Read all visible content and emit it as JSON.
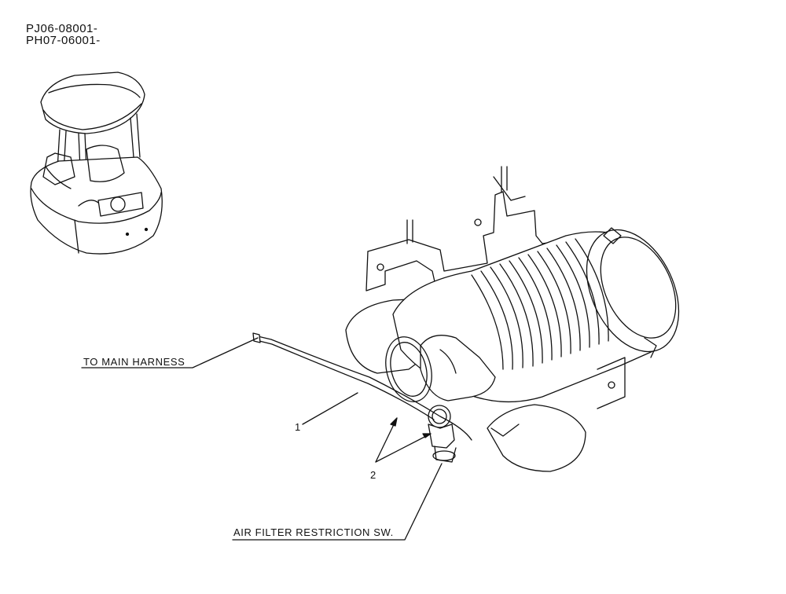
{
  "serials": [
    "PJ06-08001-",
    "PH07-06001-"
  ],
  "callouts": {
    "harness": "TO MAIN HARNESS",
    "switch": "AIR FILTER RESTRICTION SW."
  },
  "part_numbers": {
    "one": "1",
    "two": "2"
  }
}
